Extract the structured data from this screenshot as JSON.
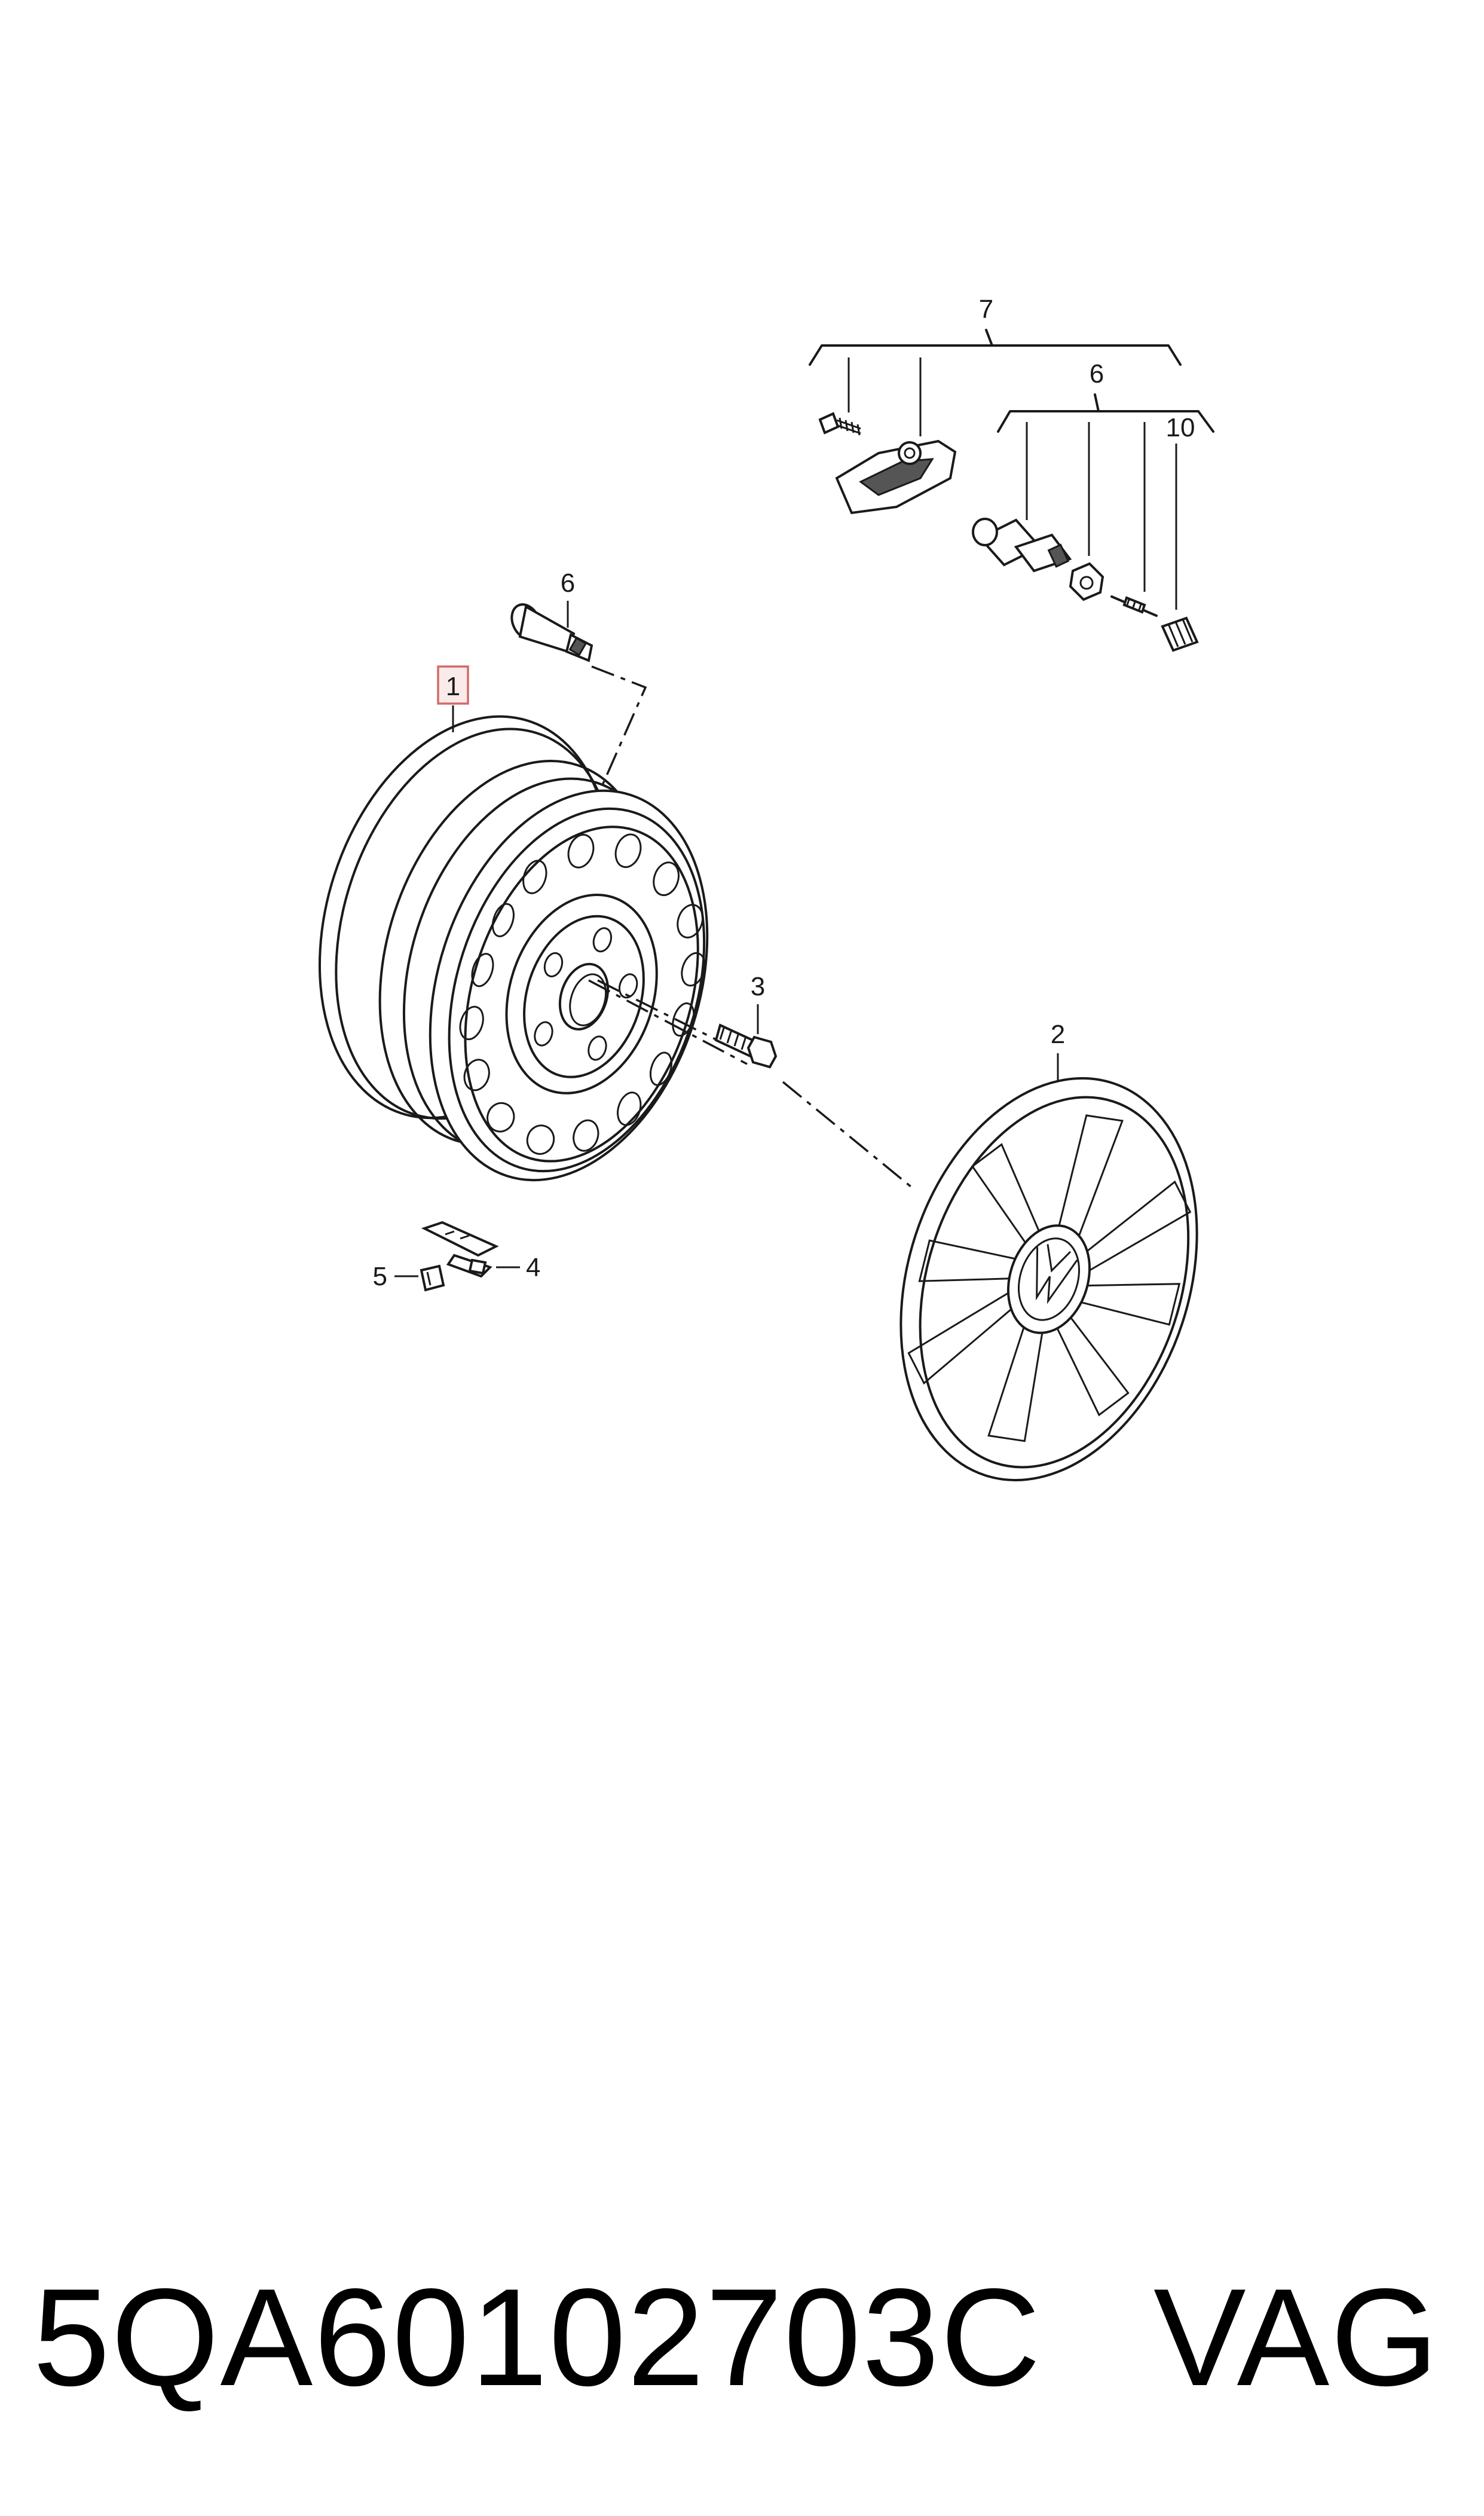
{
  "callouts": {
    "wheel": "1",
    "hubcap": "2",
    "bolt": "3",
    "weight_clip": "4",
    "weight": "5",
    "valve": "6",
    "valve_group": "6",
    "tpms_group": "7",
    "valve_cap": "10"
  },
  "footer": {
    "part_number": "5QA60102703C",
    "brand": "VAG"
  },
  "colors": {
    "line": "#1a1a1a",
    "highlight_border": "#d06a6a",
    "highlight_fill": "#fbeaea",
    "background": "#ffffff"
  }
}
